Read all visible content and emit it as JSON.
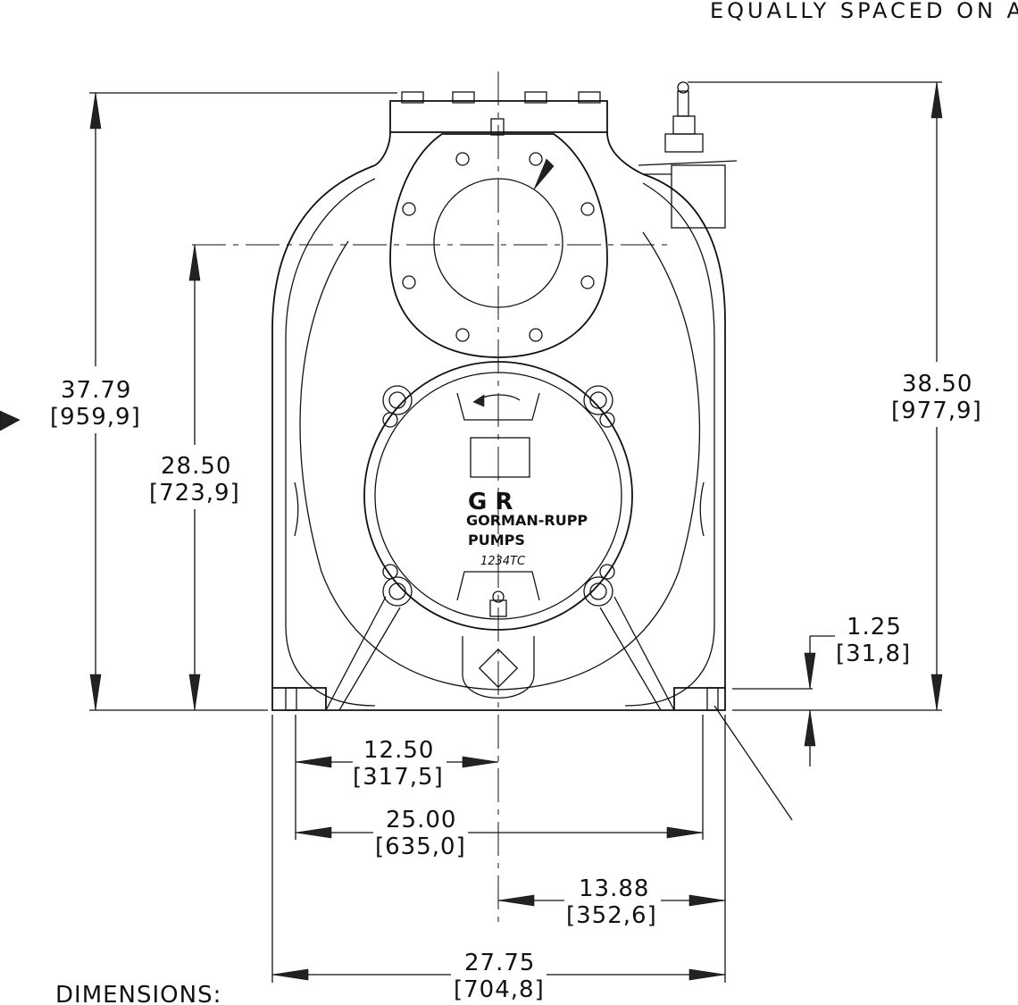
{
  "header": {
    "note": "EQUALLY SPACED ON A"
  },
  "footer": {
    "label": "DIMENSIONS:"
  },
  "logo": {
    "mark": "G R",
    "company": "GORMAN-RUPP",
    "product": "PUMPS",
    "model": "1234TC"
  },
  "dimensions": {
    "overall_height": {
      "in": "37.79",
      "mm": "[959,9]"
    },
    "centerline_height": {
      "in": "28.50",
      "mm": "[723,9]"
    },
    "right_height": {
      "in": "38.50",
      "mm": "[977,9]"
    },
    "base_thickness": {
      "in": "1.25",
      "mm": "[31,8]"
    },
    "half_mount": {
      "in": "12.50",
      "mm": "[317,5]"
    },
    "mount_spacing": {
      "in": "25.00",
      "mm": "[635,0]"
    },
    "center_to_right": {
      "in": "13.88",
      "mm": "[352,6]"
    },
    "overall_width": {
      "in": "27.75",
      "mm": "[704,8]"
    }
  }
}
